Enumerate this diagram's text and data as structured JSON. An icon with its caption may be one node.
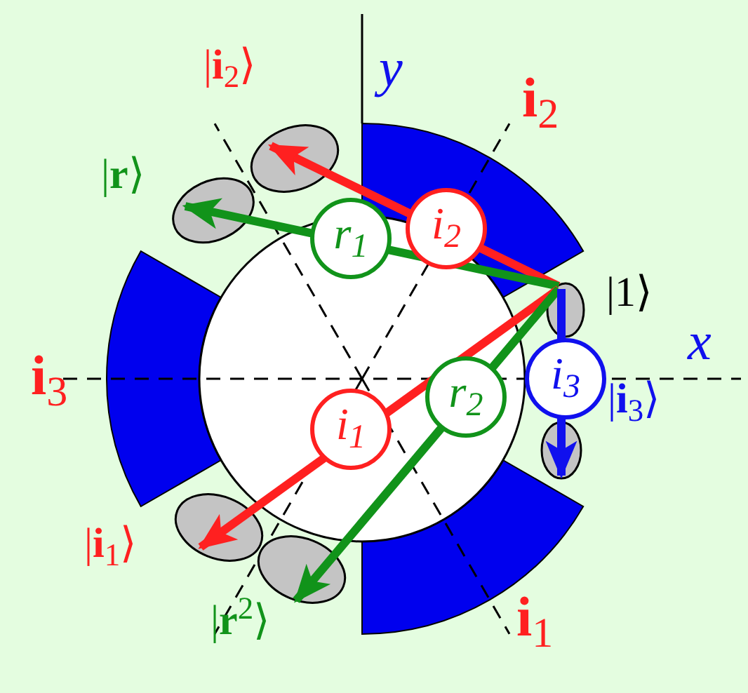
{
  "diagram": {
    "nodes": [
      {
        "text": [],
        "shape": "ellipse",
        "beside": [
          "|1⟩"
        ]
      },
      {
        "text": [],
        "shape": "ellipse",
        "beside": [
          "|**i**$_{2}$⟩"
        ]
      },
      {
        "text": [],
        "shape": "ellipse",
        "beside": [
          "|**r**⟩"
        ]
      },
      {
        "text": [],
        "shape": "ellipse",
        "beside": [
          "|**i**$_{1}$⟩"
        ]
      },
      {
        "text": [],
        "shape": "ellipse",
        "beside": [
          "|**r**$^{2}$⟩"
        ]
      },
      {
        "text": [],
        "shape": "ellipse",
        "beside": [
          "|**i**$_{3}$⟩"
        ]
      }
    ],
    "edges": [
      {
        "from": 0,
        "to": 1,
        "arrow": "to",
        "label": "i$_{2}$",
        "color": "#ff2020"
      },
      {
        "from": 0,
        "to": 2,
        "arrow": "to",
        "label": "r$_{1}$",
        "color": "#11931a"
      },
      {
        "from": 0,
        "to": 3,
        "arrow": "to",
        "label": "i$_{1}$",
        "color": "#ff2020"
      },
      {
        "from": 0,
        "to": 4,
        "arrow": "to",
        "label": "r$_{2}$",
        "color": "#11931a"
      },
      {
        "from": 0,
        "to": 5,
        "arrow": "to",
        "label": "i$_{3}$",
        "color": "#1010ee"
      }
    ],
    "labels": [
      "y",
      "**i**$_{2}$",
      "x",
      "**i**$_{3}$",
      "**i**$_{1}$"
    ]
  }
}
